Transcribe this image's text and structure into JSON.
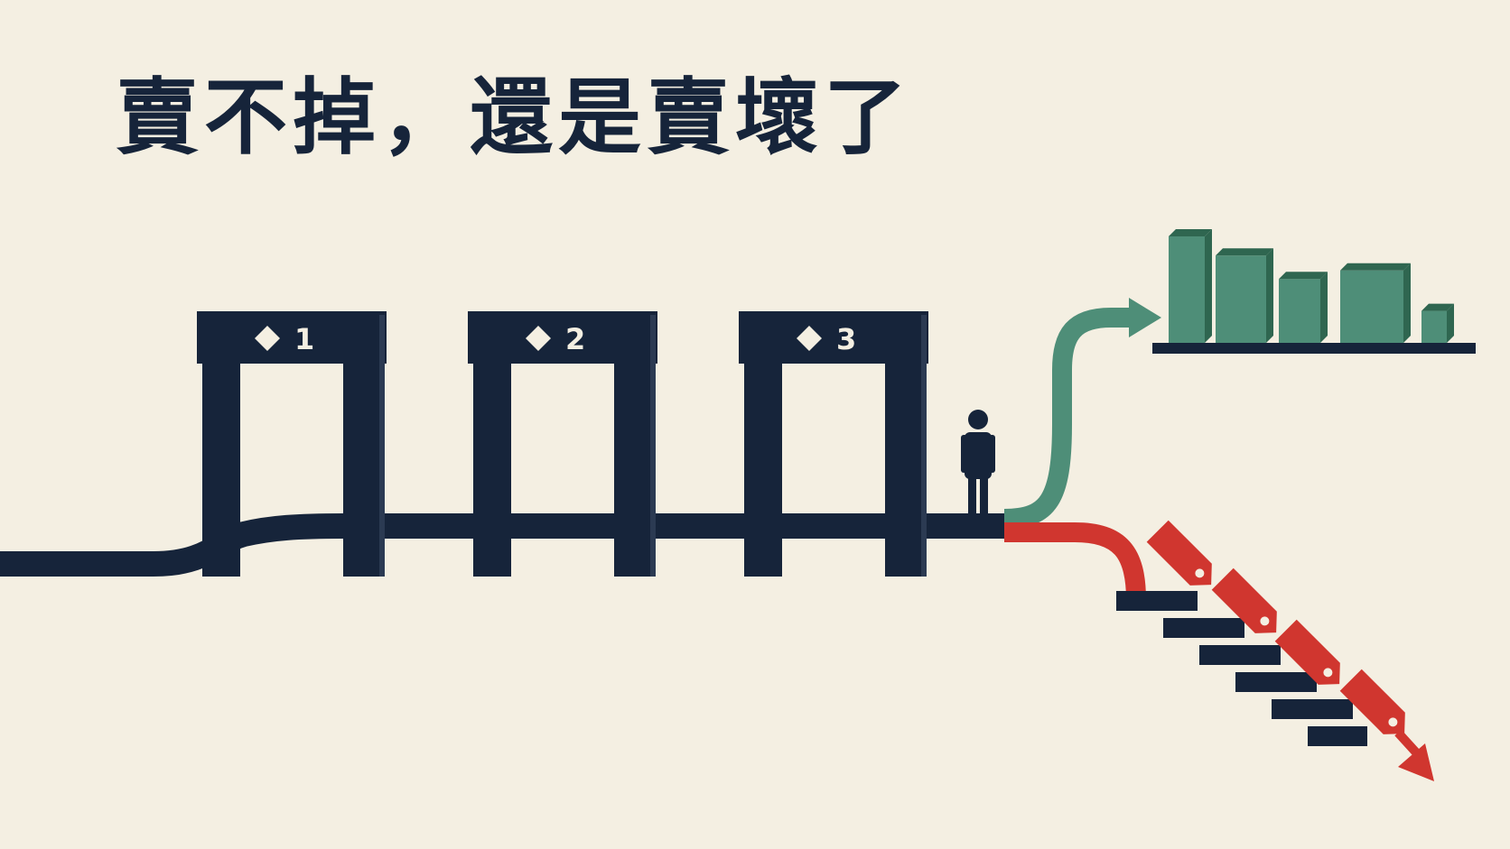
{
  "title": "賣不掉，還是賣壞了",
  "gates": [
    {
      "label": "1"
    },
    {
      "label": "2"
    },
    {
      "label": "3"
    }
  ],
  "icons": {
    "gate_marker": "diamond-icon",
    "person": "person-icon",
    "up_path": "arrow-up-right-icon",
    "down_path": "arrow-down-right-icon",
    "price_tag": "price-tag-icon",
    "bar_shelf": "bar-chart-icon",
    "stairs": "stairs-icon"
  },
  "colors": {
    "background": "#f4efe2",
    "navy": "#16243a",
    "green": "#4e8e78",
    "green_dark": "#2f6650",
    "red": "#d0362f"
  },
  "bar_levels": [
    1.0,
    0.82,
    0.6,
    0.68,
    0.3
  ]
}
